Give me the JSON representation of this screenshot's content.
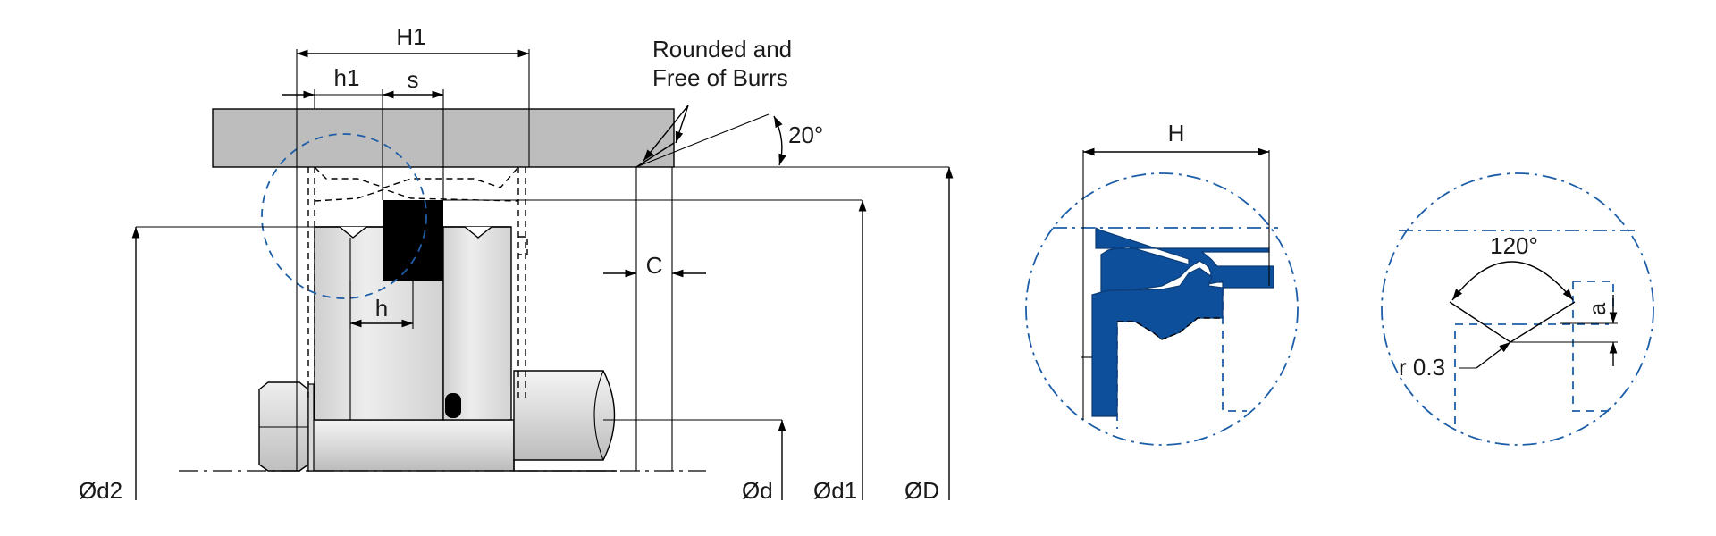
{
  "main_view": {
    "labels": {
      "H1": "H1",
      "h1": "h1",
      "s": "s",
      "h": "h",
      "C": "C",
      "angle": "20°",
      "note_line1": "Rounded and",
      "note_line2": "Free of Burrs",
      "d2": "Ød2",
      "d": "Ød",
      "d1": "Ød1",
      "D": "ØD"
    }
  },
  "detail_seal": {
    "labels": {
      "H": "H"
    }
  },
  "detail_groove": {
    "labels": {
      "angle": "120°",
      "a": "a",
      "radius": "r 0.3"
    }
  },
  "colors": {
    "housing_gray": "#bdbdbd",
    "seal_blue": "#0e4f9c",
    "detail_line_blue": "#1d5ea8",
    "light_fill": "#e6e6e6",
    "black_ring": "#000000"
  }
}
